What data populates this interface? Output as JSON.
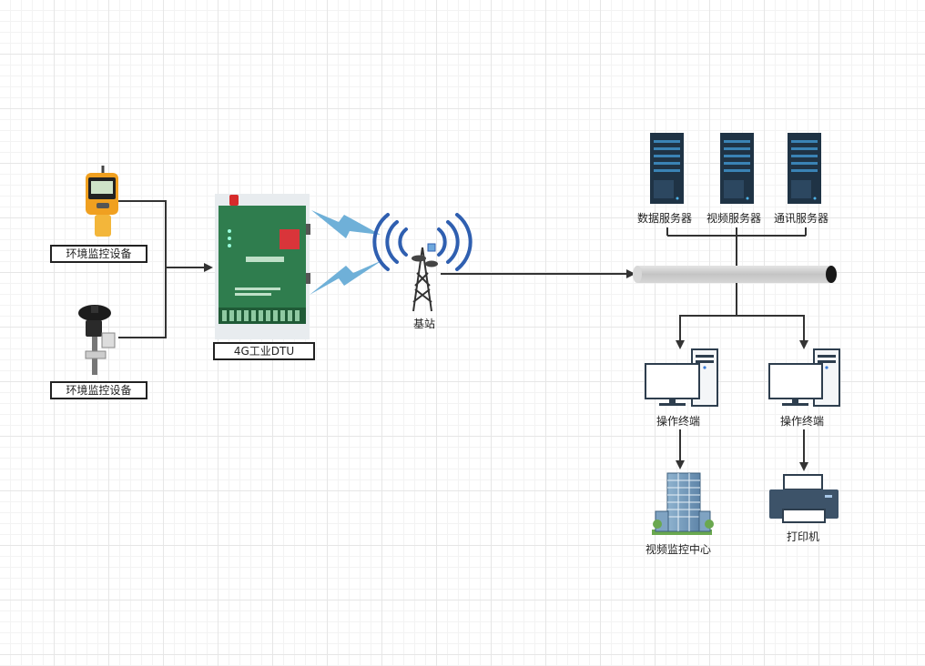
{
  "nodes": {
    "sensor_top": "环境监控设备",
    "sensor_bottom": "环境监控设备",
    "dtu": "4G工业DTU",
    "base_station": "基站",
    "data_server": "数据服务器",
    "video_server": "视频服务器",
    "comm_server": "通讯服务器",
    "terminal_left": "操作终端",
    "terminal_right": "操作终端",
    "video_center": "视频监控中心",
    "printer": "打印机"
  },
  "colors": {
    "line": "#333333",
    "signal": "#6fb0d8",
    "antenna_waves": "#2f5fb0",
    "server_body": "#1f3345",
    "device_green": "#2f7d4e",
    "pipe": "#c8c8c8"
  }
}
